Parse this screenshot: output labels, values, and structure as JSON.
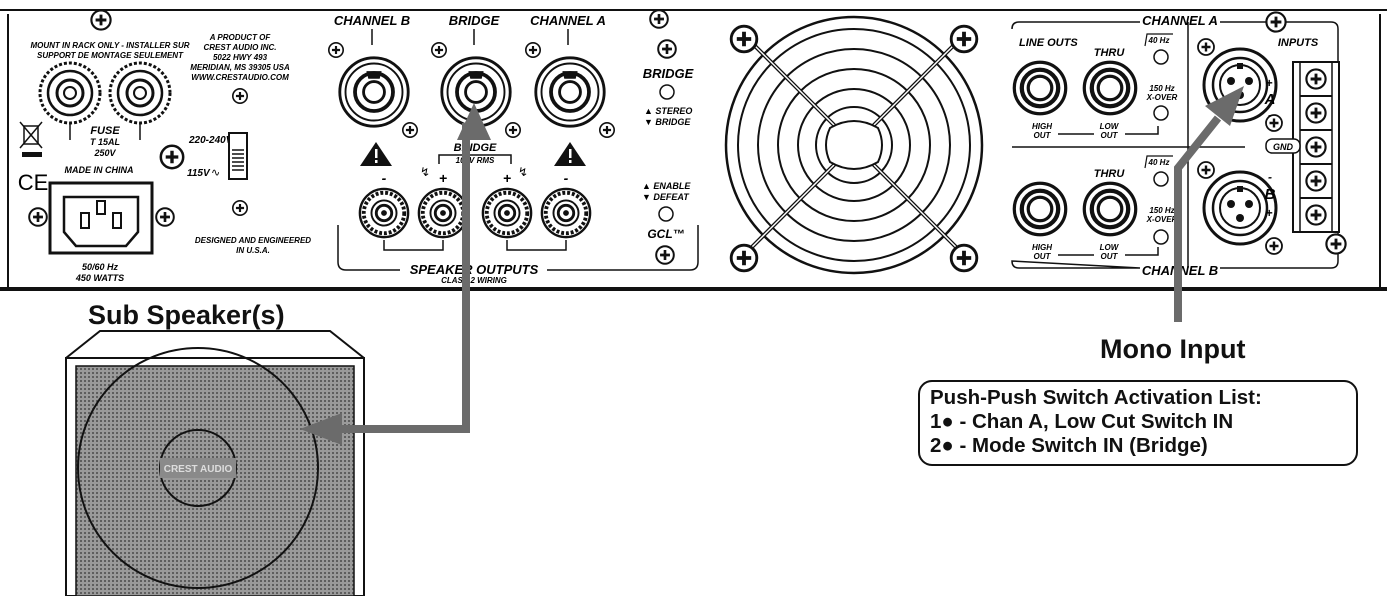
{
  "panel": {
    "mount_note_1": "MOUNT IN RACK ONLY - INSTALLER SUR",
    "mount_note_2": "SUPPORT DE MONTAGE SEULEMENT",
    "product_line_1": "A PRODUCT OF",
    "product_line_2": "CREST AUDIO INC.",
    "product_line_3": "5022 HWY 493",
    "product_line_4": "MERIDIAN, MS  39305 USA",
    "product_line_5": "WWW.CRESTAUDIO.COM",
    "fuse_label": "FUSE",
    "fuse_rating_1": "T 15AL",
    "fuse_rating_2": "250V",
    "voltage_high": "220-240V",
    "voltage_low": "115V",
    "made_in": "MADE IN CHINA",
    "designed_1": "DESIGNED AND ENGINEERED",
    "designed_2": "IN U.S.A.",
    "power_freq": "50/60 Hz",
    "power_watts": "450 WATTS",
    "ce_mark": "CE",
    "channel_b": "CHANNEL B",
    "bridge": "BRIDGE",
    "channel_a": "CHANNEL A",
    "bridge_switch_title": "BRIDGE",
    "stereo_label": "▲ STEREO",
    "bridge_mode_label": "▼ BRIDGE",
    "bridge_box_1": "BRIDGE",
    "bridge_box_2": "100V RMS",
    "enable_label": "▲ ENABLE",
    "defeat_label": "▼ DEFEAT",
    "gcl_label": "GCL™",
    "speaker_outputs": "SPEAKER OUTPUTS",
    "class_wiring": "CLASS 2 WIRING",
    "minus": "-",
    "plus": "+",
    "io_channel_a": "CHANNEL A",
    "io_channel_b": "CHANNEL B",
    "line_outs": "LINE OUTS",
    "thru": "THRU",
    "freq_40": "40 Hz",
    "freq_150": "150 Hz",
    "xover": "X-OVER",
    "high": "HIGH",
    "low": "LOW",
    "out": "OUT",
    "inputs": "INPUTS",
    "term_a": "A",
    "term_b": "B",
    "gnd": "GND"
  },
  "labels": {
    "sub_speaker": "Sub Speaker(s)",
    "mono_input": "Mono Input",
    "list_title": "Push-Push Switch Activation List:",
    "list_item_1": "1● - Chan A, Low Cut Switch IN",
    "list_item_2": "2● - Mode Switch IN (Bridge)",
    "speaker_logo": "CREST AUDIO"
  },
  "colors": {
    "ink": "#111111",
    "arrow": "#6b6b6b",
    "grille": "#8a8a8a"
  }
}
